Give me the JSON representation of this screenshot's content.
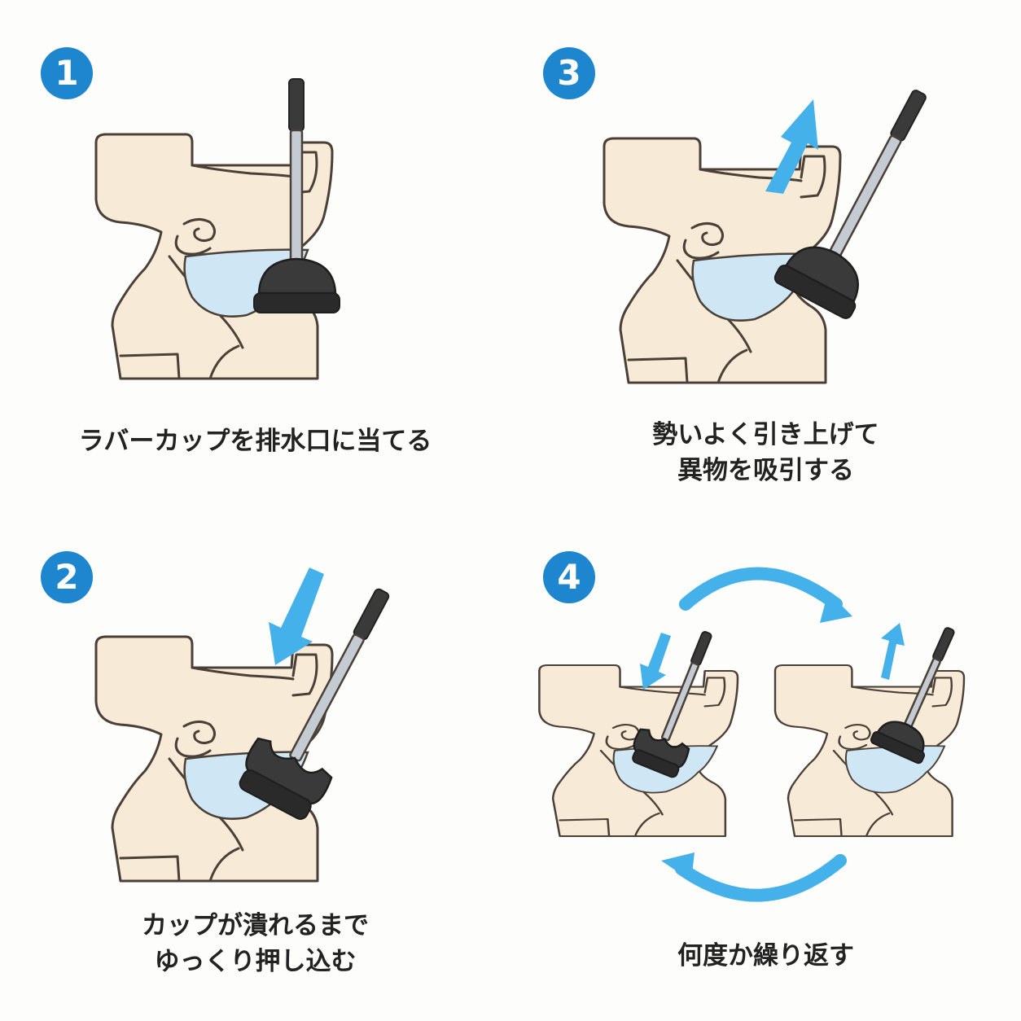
{
  "steps": [
    {
      "number": "1",
      "caption": [
        "ラバーカップを排水口に当てる"
      ]
    },
    {
      "number": "2",
      "caption": [
        "カップが潰れるまで",
        "ゆっくり押し込む"
      ]
    },
    {
      "number": "3",
      "caption": [
        "勢いよく引き上げて",
        "異物を吸引する"
      ]
    },
    {
      "number": "4",
      "caption": [
        "何度か繰り返す"
      ]
    }
  ],
  "colors": {
    "badge": "#1d86cf",
    "arrow": "#44b1ea",
    "toilet": "#f7ead6",
    "water": "#cfe7f4",
    "cup": "#3a3a3a",
    "background": "#fdfdfb"
  },
  "icons": [
    "toilet-icon",
    "plunger-icon",
    "down-arrow-icon",
    "up-arrow-icon",
    "cycle-arrow-icon"
  ]
}
